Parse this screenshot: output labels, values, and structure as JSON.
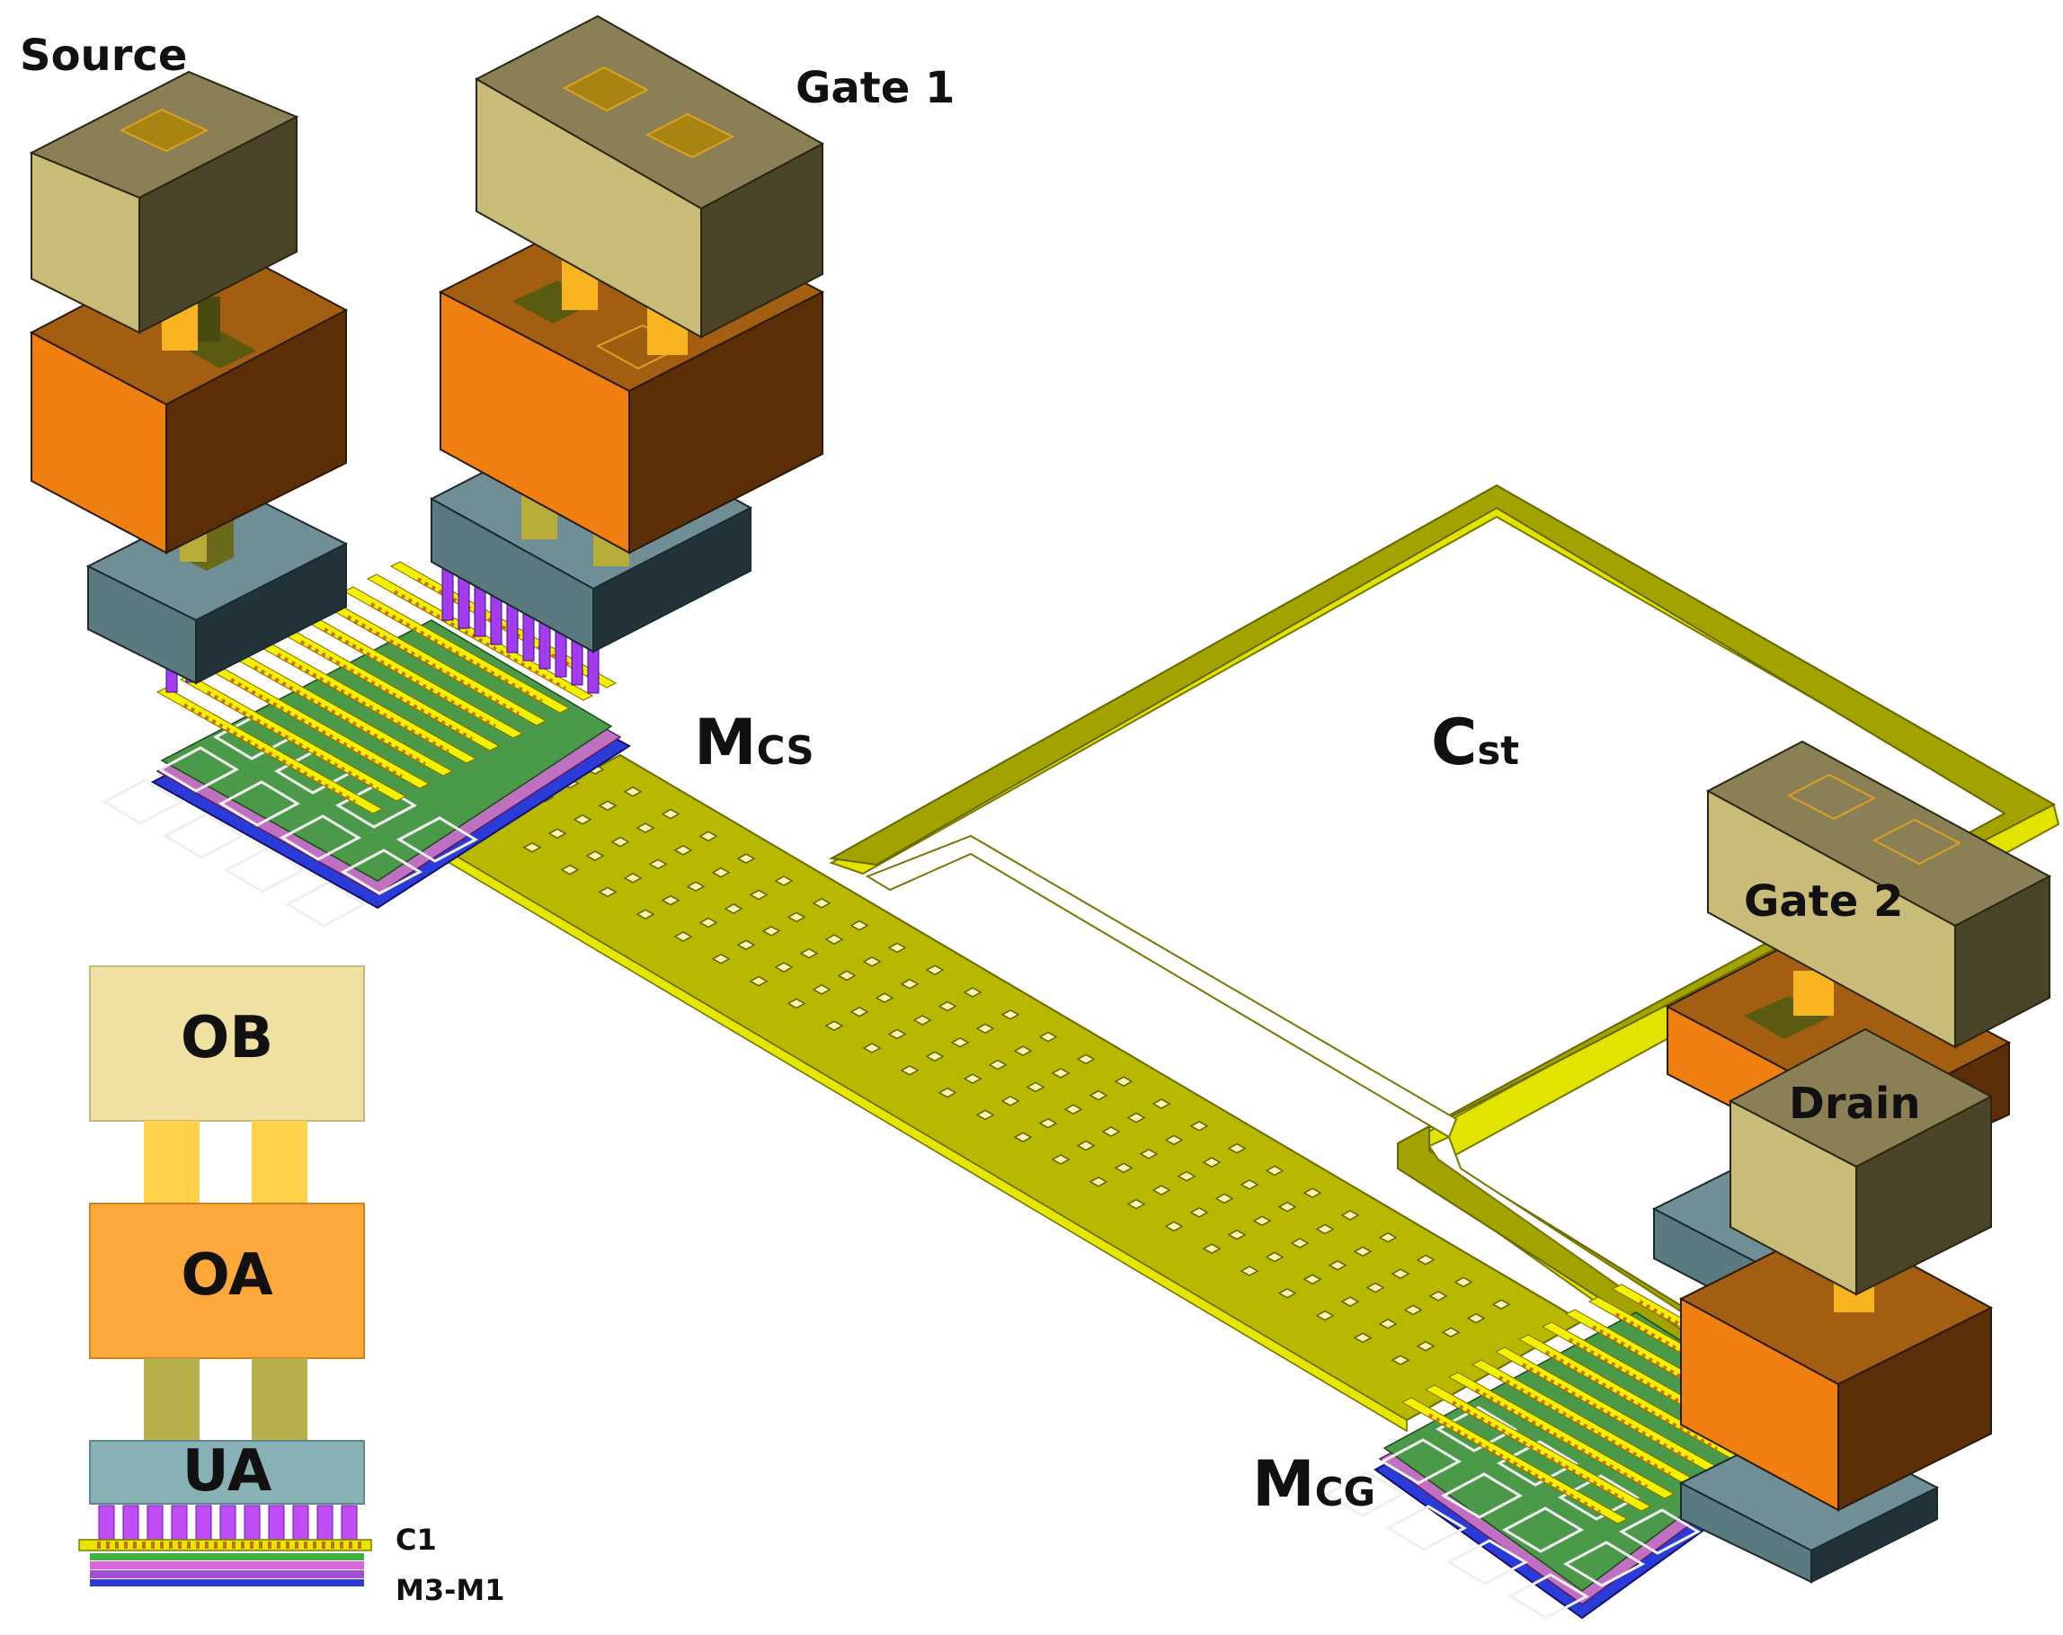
{
  "labels": {
    "source": "Source",
    "gate1": "Gate 1",
    "gate2": "Gate 2",
    "drain": "Drain",
    "mcs_main": "M",
    "mcs_sub": "CS",
    "mcg_main": "M",
    "mcg_sub": "CG",
    "cst_main": "C",
    "cst_sub": "st"
  },
  "legend": {
    "ob": "OB",
    "oa": "OA",
    "ua": "UA",
    "c1": "C1",
    "m3m1": "M3-M1"
  },
  "colors": {
    "ob_top": "#8a7f55",
    "ob_front": "#c9bb78",
    "ob_side": "#4a4428",
    "oa_top": "#a35e12",
    "oa_front": "#f07f12",
    "oa_side": "#5c2f08",
    "ua_top": "#6f8e95",
    "ua_front": "#5b7a80",
    "ua_side": "#22343a",
    "cap_plate": "#a3a300",
    "metal_yellow": "#e6e600",
    "via_purple": "#a23cf0",
    "legend_ob": "#f0e1a3",
    "legend_oa": "#fda83b",
    "legend_ua": "#88b1b5",
    "legend_post_light": "#ffd24a",
    "legend_post_olive": "#b7b04a"
  }
}
